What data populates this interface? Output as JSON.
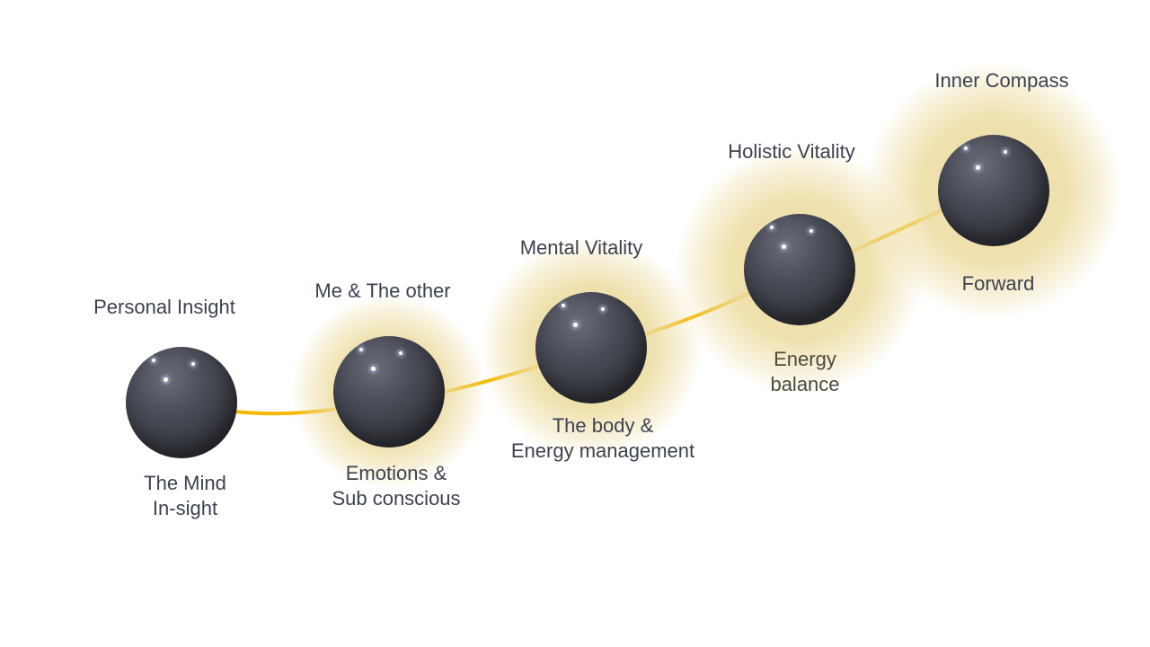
{
  "colors": {
    "path": "#f5b800",
    "text": "#3c4250",
    "glow": "#ecdca0"
  },
  "steps": [
    {
      "title": "Personal Insight",
      "subtitle_lines": [
        "The Mind",
        "In-sight"
      ]
    },
    {
      "title": "Me & The other",
      "subtitle_lines": [
        "Emotions &",
        "Sub conscious"
      ]
    },
    {
      "title": "Mental Vitality",
      "subtitle_lines": [
        "The body &",
        "Energy management"
      ]
    },
    {
      "title": "Holistic Vitality",
      "subtitle_lines": [
        "Energy",
        "balance"
      ]
    },
    {
      "title": "Inner Compass",
      "subtitle_lines": [
        "Forward"
      ]
    }
  ]
}
